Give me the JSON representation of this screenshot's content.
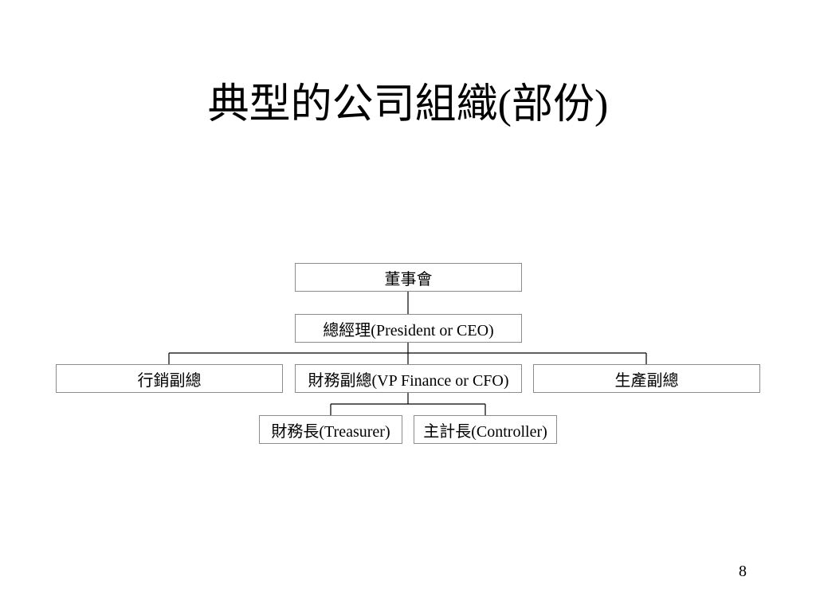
{
  "slide": {
    "title": "典型的公司組織(部份)",
    "page_number": "8"
  },
  "org_chart": {
    "board": "董事會",
    "ceo": "總經理(President or CEO)",
    "vp_marketing": "行銷副總",
    "vp_finance": "財務副總(VP Finance or CFO)",
    "vp_production": "生產副總",
    "treasurer": "財務長(Treasurer)",
    "controller": "主計長(Controller)"
  },
  "colors": {
    "box_border": "#8c8c8c",
    "line": "#000000",
    "background": "#ffffff"
  }
}
